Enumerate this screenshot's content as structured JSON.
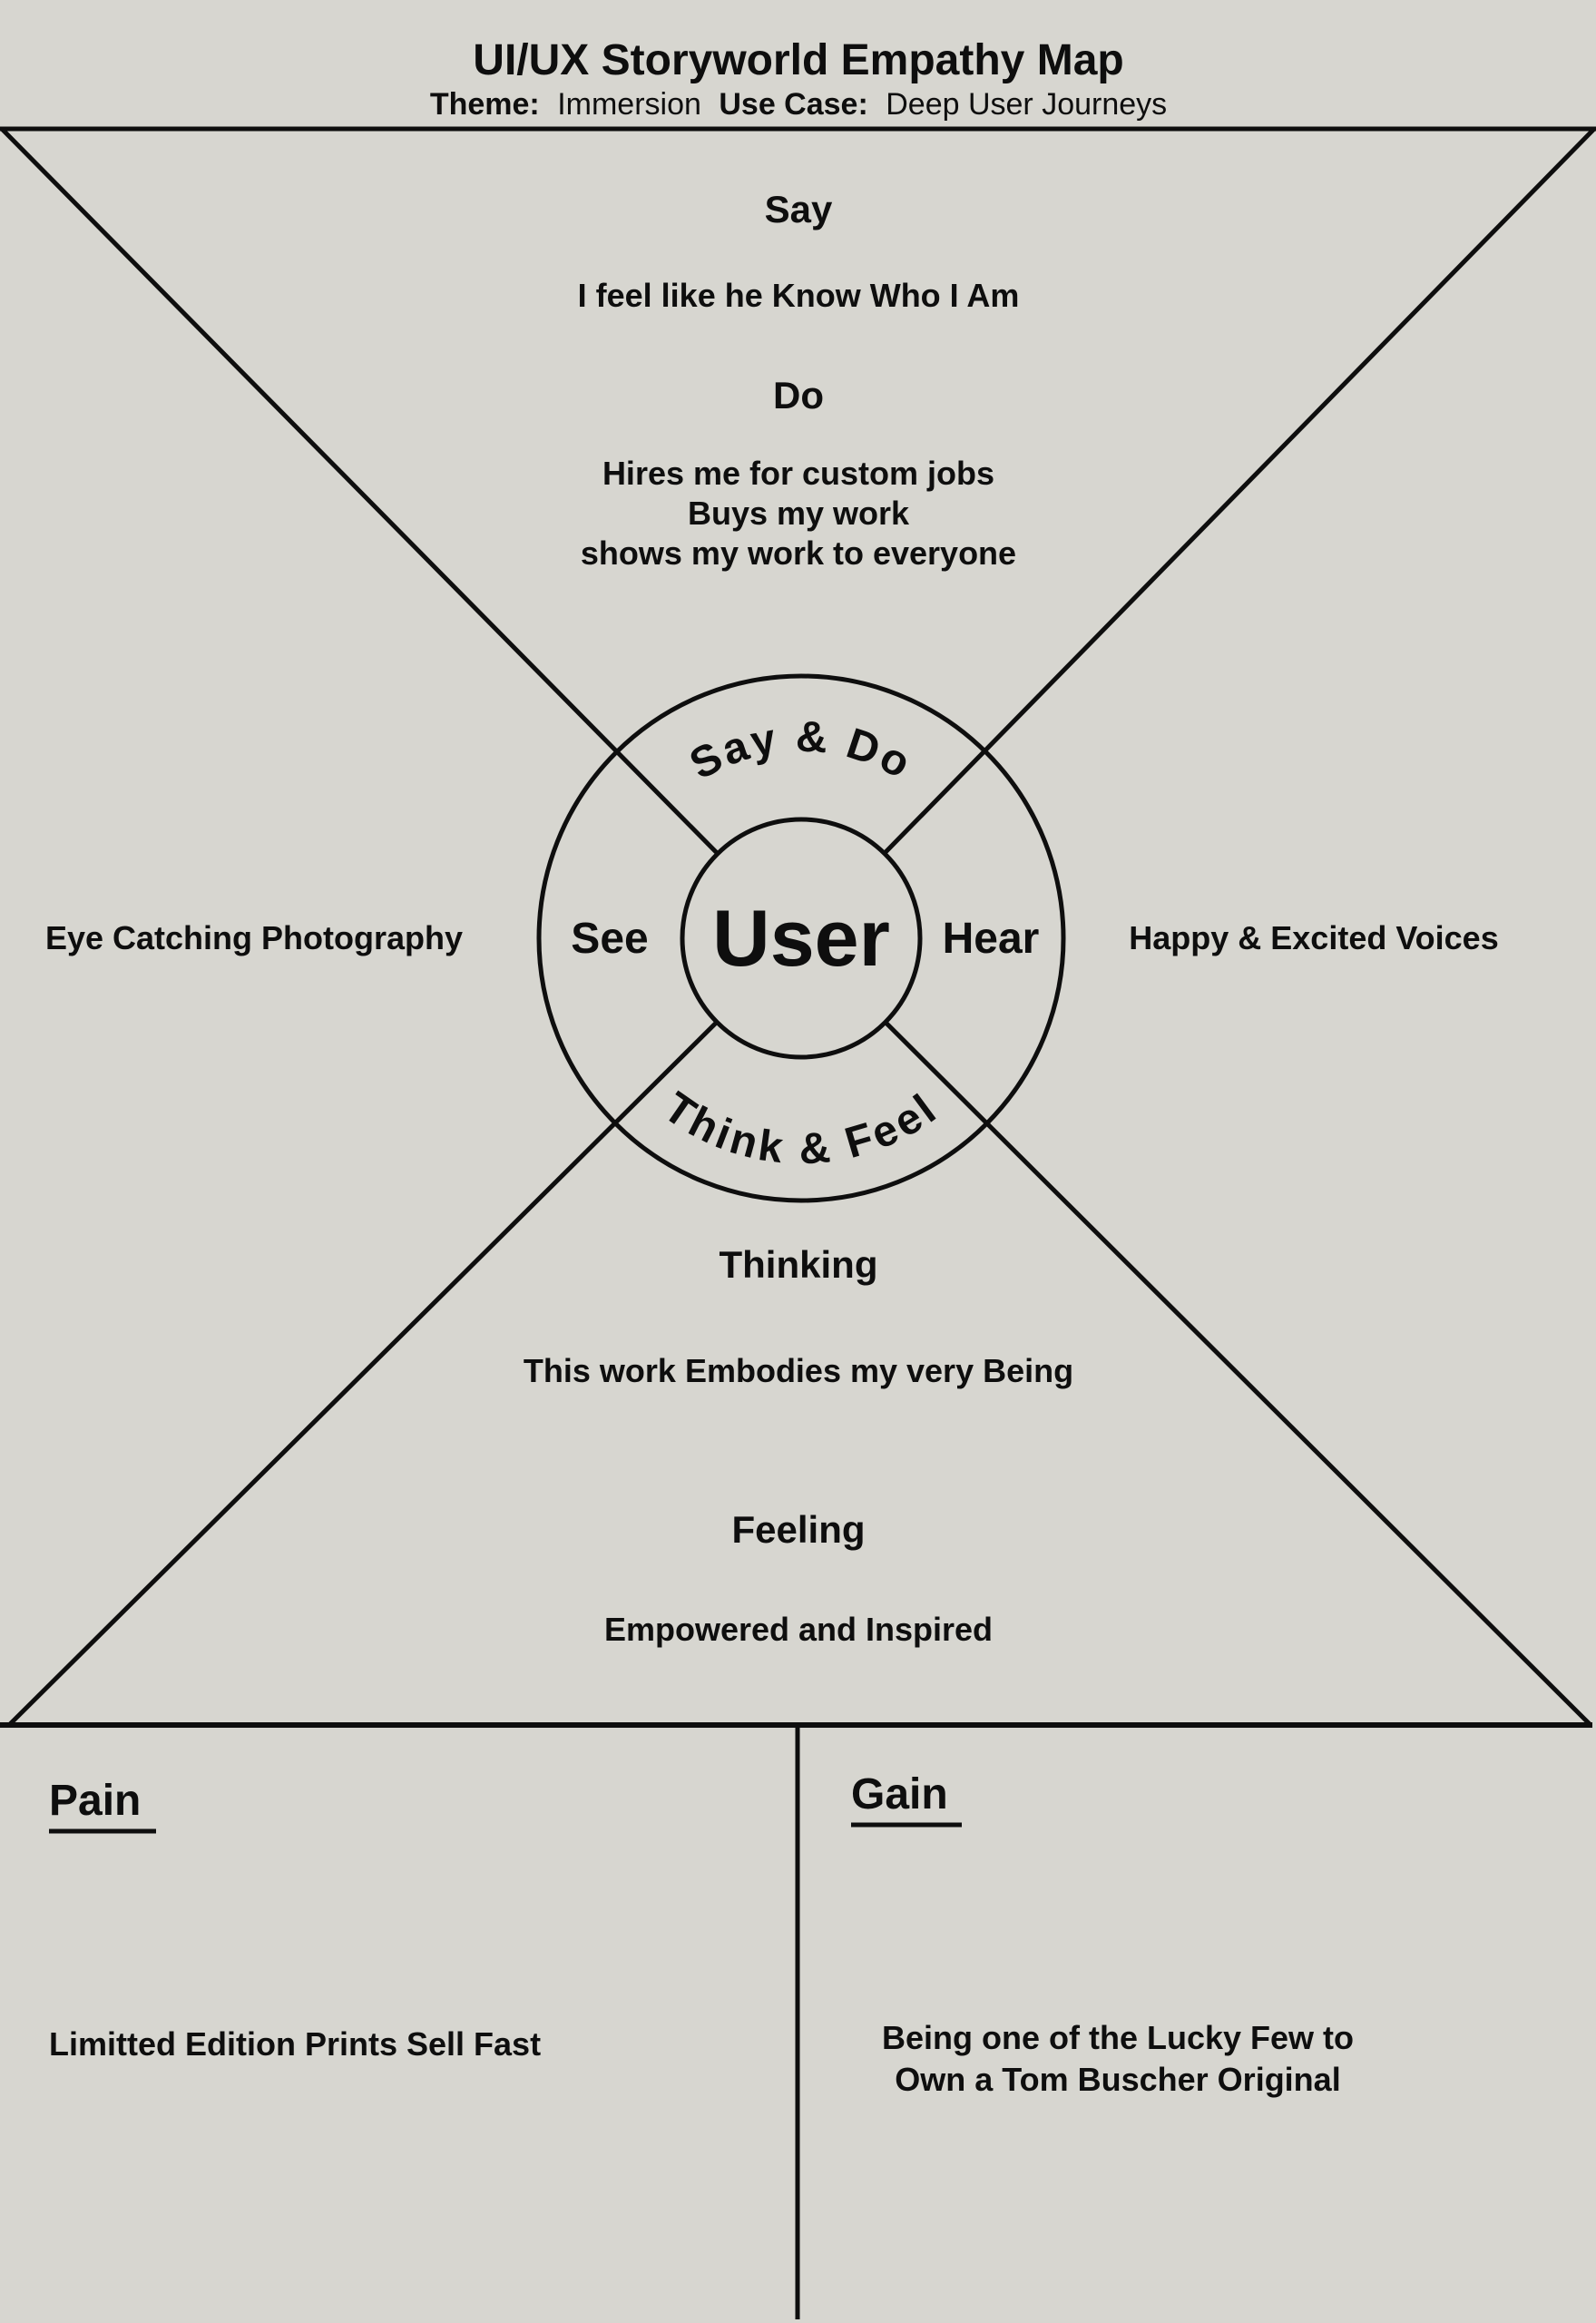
{
  "page": {
    "colors": {
      "background": "#d7d6d0",
      "ink": "#0e0e0e"
    }
  },
  "header": {
    "title": "UI/UX Storyworld Empathy Map",
    "subtitle": {
      "theme_label": "Theme:",
      "theme_value": "Immersion",
      "usecase_label": "Use Case:",
      "usecase_value": "Deep User Journeys"
    }
  },
  "quadrants": {
    "top": {
      "say_heading": "Say",
      "say_quote": "I feel like he Know Who I Am",
      "do_heading": "Do",
      "do_items": [
        "Hires me for custom jobs",
        "Buys my work",
        "shows my work to everyone"
      ]
    },
    "left": {
      "label": "Eye Catching Photography"
    },
    "right": {
      "label": "Happy & Excited Voices"
    },
    "bottom": {
      "thinking_heading": "Thinking",
      "thinking_quote": "This work Embodies my very Being",
      "feeling_heading": "Feeling",
      "feeling_quote": "Empowered and Inspired"
    }
  },
  "center": {
    "user": "User",
    "ring_top": "Say & Do",
    "ring_left": "See",
    "ring_right": "Hear",
    "ring_bottom": "Think & Feel"
  },
  "footer": {
    "pain_heading": "Pain",
    "pain_item": "Limitted Edition Prints Sell Fast",
    "gain_heading": "Gain",
    "gain_lines": [
      "Being one of the Lucky Few to",
      "Own a Tom Buscher Original"
    ]
  }
}
